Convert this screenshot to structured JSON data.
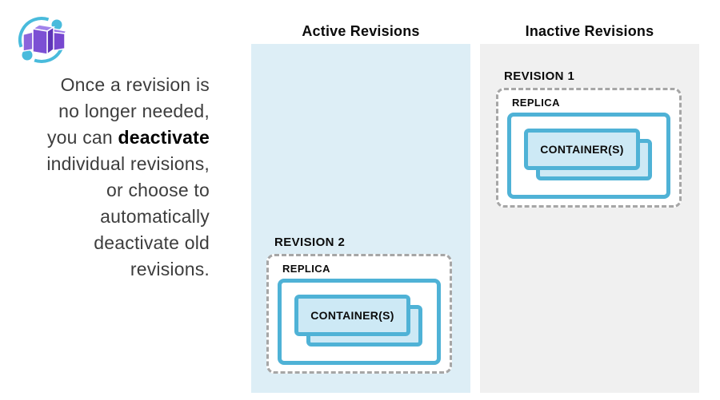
{
  "logo": {
    "name": "azure-container-apps-logo",
    "orbit_color": "#49BBDC",
    "cube_color_main": "#7C50D4",
    "cube_color_dark": "#5E35B8",
    "cube_color_light": "#A183EA"
  },
  "intro": {
    "lines_before": [
      "Once a revision is",
      "no longer needed,"
    ],
    "bold_line_prefix": "you can ",
    "bold_word": "deactivate",
    "lines_after": [
      "individual revisions,",
      "or choose to",
      "automatically",
      "deactivate old",
      "revisions."
    ]
  },
  "columns": [
    {
      "header": "Active Revisions",
      "panel_color": "#ddeef6",
      "revision": {
        "label": "REVISION 2",
        "replica_label": "REPLICA",
        "container_label": "CONTAINER(S)"
      }
    },
    {
      "header": "Inactive Revisions",
      "panel_color": "#f0f0f0",
      "revision": {
        "label": "REVISION 1",
        "replica_label": "REPLICA",
        "container_label": "CONTAINER(S)"
      }
    }
  ],
  "colors": {
    "container_border": "#4FB2D6",
    "container_fill": "#cde9f5",
    "dashed_border": "#a6a6a6",
    "heading_text": "#0b0b0b",
    "paragraph_text": "#3d3d3d"
  }
}
